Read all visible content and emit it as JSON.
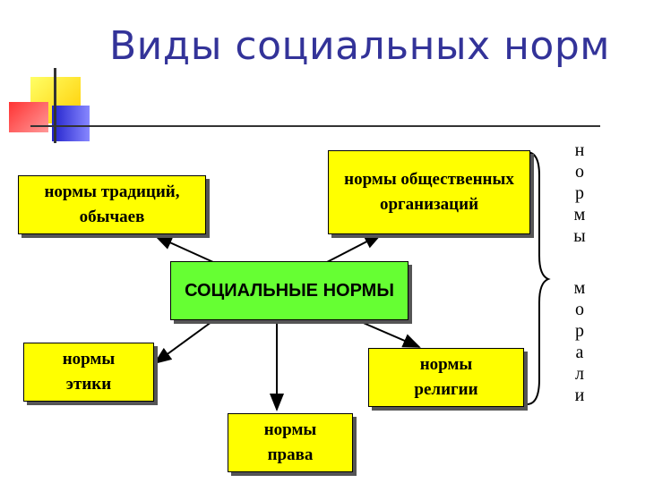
{
  "title": "Виды социальных норм",
  "center": "СОЦИАЛЬНЫЕ НОРМЫ",
  "boxes": {
    "traditions": "нормы традиций, обычаев",
    "organizations": "нормы общественных организаций",
    "ethics": "нормы этики",
    "religion": "нормы религии",
    "law": "нормы права"
  },
  "brace_label_letters": [
    "н",
    "о",
    "р",
    "м",
    "ы",
    "",
    "м",
    "о",
    "р",
    "а",
    "л",
    "и"
  ],
  "colors": {
    "title": "#333399",
    "box_fill": "#ffff00",
    "center_fill": "#66ff33"
  }
}
